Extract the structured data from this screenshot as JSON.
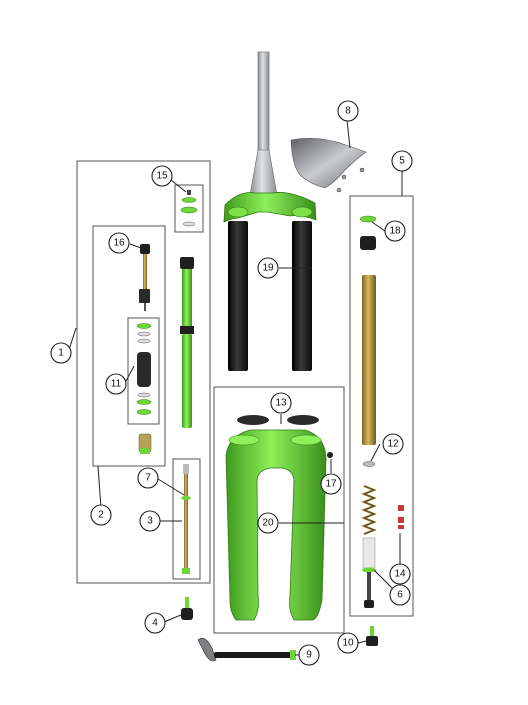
{
  "callouts": [
    {
      "id": "c1",
      "label": "1"
    },
    {
      "id": "c2",
      "label": "2"
    },
    {
      "id": "c3",
      "label": "3"
    },
    {
      "id": "c4",
      "label": "4"
    },
    {
      "id": "c5",
      "label": "5"
    },
    {
      "id": "c6",
      "label": "6"
    },
    {
      "id": "c7",
      "label": "7"
    },
    {
      "id": "c8",
      "label": "8"
    },
    {
      "id": "c9",
      "label": "9"
    },
    {
      "id": "c10",
      "label": "10"
    },
    {
      "id": "c11",
      "label": "11"
    },
    {
      "id": "c12",
      "label": "12"
    },
    {
      "id": "c13",
      "label": "13"
    },
    {
      "id": "c14",
      "label": "14"
    },
    {
      "id": "c15",
      "label": "15"
    },
    {
      "id": "c16",
      "label": "16"
    },
    {
      "id": "c17",
      "label": "17"
    },
    {
      "id": "c18",
      "label": "18"
    },
    {
      "id": "c19",
      "label": "19"
    },
    {
      "id": "c20",
      "label": "20"
    }
  ],
  "colors": {
    "green": "#6fd63a",
    "green_dark": "#3f9a1e",
    "gold": "#b8973e",
    "black": "#1a1a1a",
    "silver": "#b9bcc0"
  }
}
